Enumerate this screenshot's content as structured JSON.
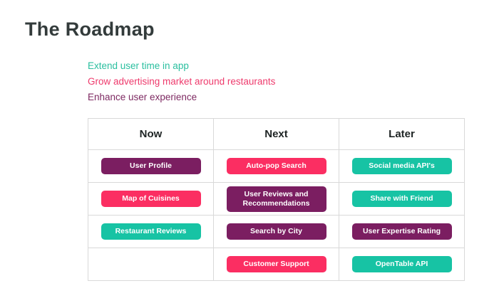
{
  "page": {
    "title": "The Roadmap"
  },
  "goals": [
    {
      "label": "Extend user time in app",
      "color": "#2abf9f"
    },
    {
      "label": "Grow advertising market around restaurants",
      "color": "#ee3a6c"
    },
    {
      "label": "Enhance user experience",
      "color": "#7e2a62"
    }
  ],
  "roadmap_table": {
    "columns": [
      "Now",
      "Next",
      "Later"
    ],
    "pill_colors": {
      "teal": "#17c3a4",
      "pink": "#fb2e62",
      "purple": "#7b1e61"
    },
    "rows": [
      [
        {
          "label": "User Profile",
          "color": "purple"
        },
        {
          "label": "Auto-pop Search",
          "color": "pink"
        },
        {
          "label": "Social media API's",
          "color": "teal"
        }
      ],
      [
        {
          "label": "Map of Cuisines",
          "color": "pink"
        },
        {
          "label": "User Reviews and Recommendations",
          "color": "purple"
        },
        {
          "label": "Share with Friend",
          "color": "teal"
        }
      ],
      [
        {
          "label": "Restaurant Reviews",
          "color": "teal"
        },
        {
          "label": "Search by City",
          "color": "purple"
        },
        {
          "label": "User Expertise Rating",
          "color": "purple"
        }
      ],
      [
        null,
        {
          "label": "Customer Support",
          "color": "pink"
        },
        {
          "label": "OpenTable API",
          "color": "teal"
        }
      ]
    ]
  }
}
